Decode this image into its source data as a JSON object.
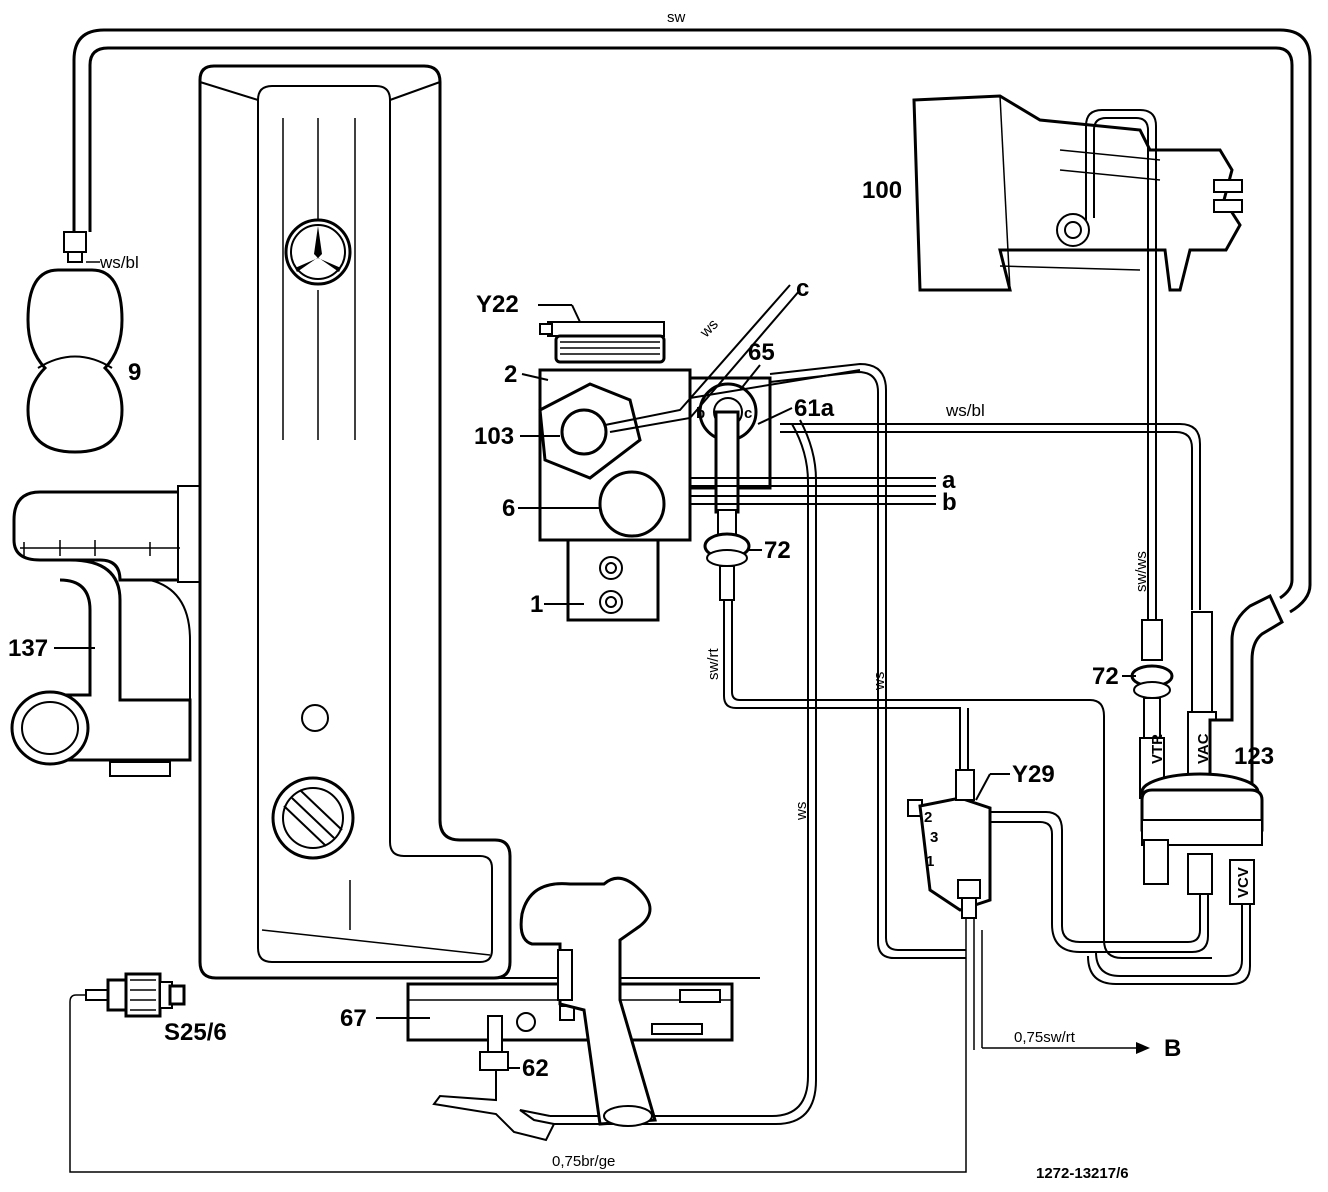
{
  "labels": {
    "y22": "Y22",
    "c": "c",
    "ws_top": "ws",
    "p65": "65",
    "p2": "2",
    "p61a": "61a",
    "p103": "103",
    "p6": "6",
    "a": "a",
    "b": "b",
    "p72_left": "72",
    "p1": "1",
    "p9": "9",
    "p137": "137",
    "p100": "100",
    "p72_right": "72",
    "p123": "123",
    "y29": "Y29",
    "p67": "67",
    "p62": "62",
    "s25": "S25/6",
    "big_b": "B"
  },
  "wire_labels": {
    "sw_top": "sw",
    "wsbl_tank": "ws/bl",
    "wsbl_line": "ws/bl",
    "swws": "sw/ws",
    "swrt_vert": "sw/rt",
    "ws_mid": "ws",
    "ws_low": "ws",
    "sw_rt_075": "0,75sw/rt",
    "br_ge_075": "0,75br/ge"
  },
  "small_marks": {
    "vtr": "VTR",
    "vac": "VAC",
    "vcv": "VCV",
    "pin2": "2",
    "pin3": "3",
    "pin1": "1",
    "b_mark": "b",
    "c_mark": "c"
  },
  "figure_ref": "1272-13217/6"
}
